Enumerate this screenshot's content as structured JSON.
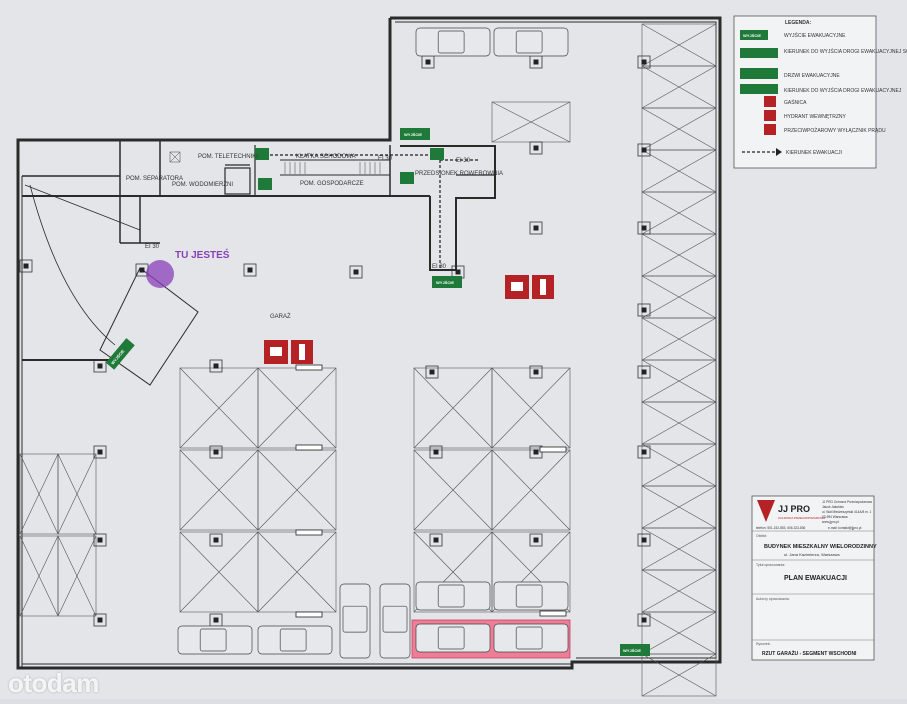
{
  "legend": {
    "title": "LEGENDA:",
    "items": [
      {
        "icon": "exit-sign-icon",
        "sign_text": "WYJŚCIE",
        "label": "WYJŚCIE EWAKUACYJNE"
      },
      {
        "icon": "stairs-up-arrow-icon",
        "label": "KIERUNEK DO WYJŚCIA DROGI EWAKUACYJNEJ SCHODAMI W GÓRĘ"
      },
      {
        "icon": "exit-door-icon",
        "label": "DRZWI EWAKUACYJNE"
      },
      {
        "icon": "direction-arrow-icon",
        "label": "KIERUNEK DO WYJŚCIA DROGI EWAKUACYJNEJ"
      },
      {
        "icon": "fire-extinguisher-icon",
        "label": "GAŚNICA"
      },
      {
        "icon": "fire-hydrant-icon",
        "label": "HYDRANT WEWNĘTRZNY"
      },
      {
        "icon": "fire-alarm-icon",
        "label": "PRZECIWPOŻAROWY WYŁĄCZNIK PRĄDU"
      },
      {
        "icon": "dashed-arrow-icon",
        "label": "KIERUNEK EWAKUACJI"
      }
    ]
  },
  "rooms": {
    "teletechnika": "POM. TELETECHNIKI",
    "stairs": "KLATKA SCHODOWA",
    "separator": "POM. SEPARATORA",
    "wodomierz": "POM. WODOMIERZNI",
    "gospodarcze": "POM. GOSPODARCZE",
    "rowerownia": "PRZEDSIONEK ROWEROWNIA",
    "garage": "GARAŻ"
  },
  "you_are_here": "TU JESTEŚ",
  "exit_signs": [
    "WYJŚCIE",
    "WYJŚCIE",
    "WYJŚCIE",
    "WYJŚCIE"
  ],
  "door_codes": [
    "EI 30",
    "EI 30",
    "EI 30",
    "EI 30"
  ],
  "title_block": {
    "company": "JJ PRO",
    "company_sub": "OCHRONA PRZECIWPOŻAROWA",
    "company_lines": [
      "JJ PRO Ochrona Przeciwpożarowa",
      "Jakub Jakubiec",
      "ul. Wał Miedzeszyński 414A/8 m. 1",
      "03-994 Warszawa",
      "www.jjpro.pl"
    ],
    "contact": "telefon: 501-152-853, 606-323-836",
    "email": "e-mail: kontakt@jjpro.pl",
    "obiekt_label": "Obiekt:",
    "obiekt": "BUDYNEK MIESZKALNY WIELORODZINNY",
    "address": "ul. Jana Kazimierza, Warszawa",
    "tytul_label": "Tytuł opracowania:",
    "tytul": "PLAN EWAKUACJI",
    "autorzy_label": "Autorzy opracowania:",
    "rysunek_label": "Rysunek:",
    "rysunek": "RZUT GARAŻU - SEGMENT WSCHODNI"
  },
  "watermark": "otodam",
  "colors": {
    "wall": "#2a2a2a",
    "sign_green": "#1f7a3a",
    "fire_red": "#b52226",
    "highlight": "#f06b8a",
    "you_are_here": "#8a3fb8"
  }
}
